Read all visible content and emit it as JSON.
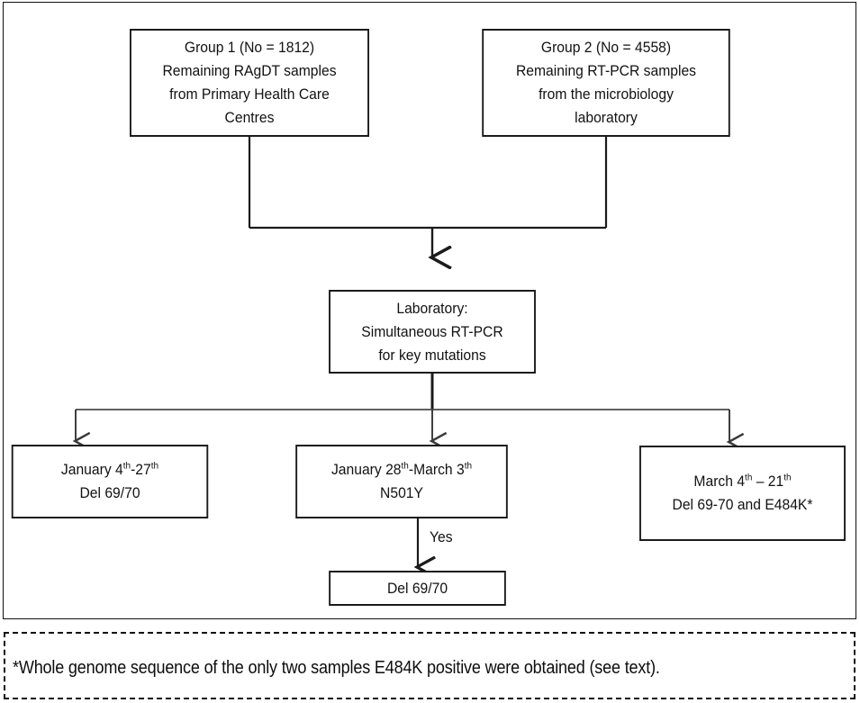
{
  "figure": {
    "type": "flowchart",
    "title": "Study sample flow for SARS-CoV-2 key mutation screening"
  },
  "nodes": {
    "group1": {
      "name": "group-1-box",
      "lines": [
        "Group 1 (No = 1812)",
        "Remaining RAgDT samples",
        "from Primary Health Care",
        "Centres"
      ],
      "group_label": "Group 1",
      "sample_count": 1812,
      "sample_type": "RAgDT",
      "source": "Primary Health Care Centres"
    },
    "group2": {
      "name": "group-2-box",
      "lines": [
        "Group 2 (No = 4558)",
        "Remaining RT-PCR samples",
        "from the microbiology",
        "laboratory"
      ],
      "group_label": "Group 2",
      "sample_count": 4558,
      "sample_type": "RT-PCR",
      "source": "the microbiology laboratory"
    },
    "laboratory": {
      "name": "laboratory-box",
      "lines": [
        "Laboratory:",
        "Simultaneous  RT-PCR",
        "for key mutations"
      ]
    },
    "january_a": {
      "name": "january-4-27-box",
      "line1_prefix": "January 4",
      "line1_sup1": "th",
      "line1_mid": "-27",
      "line1_sup2": "th",
      "line2": "Del 69/70",
      "period": "January 4th - 27th",
      "mutation": "Del 69/70"
    },
    "january_b": {
      "name": "january-28-march-3-box",
      "line1_prefix": "January 28",
      "line1_sup1": "th",
      "line1_mid": "-March 3",
      "line1_sup2": "th",
      "line2": "N501Y",
      "period": "January 28th - March 3rd",
      "mutation": "N501Y"
    },
    "march": {
      "name": "march-4-21-box",
      "line1_prefix": "March 4",
      "line1_sup1": "th",
      "line1_mid": " – 21",
      "line1_sup2": "th",
      "line2": "Del 69-70 and E484K*",
      "period": "March 4th - 21st",
      "mutation": "Del 69-70 and E484K*"
    },
    "del_result": {
      "name": "del-69-70-result-box",
      "line1": "Del 69/70"
    }
  },
  "edges": {
    "yes_label": "Yes"
  },
  "footnote": {
    "text": "*Whole genome sequence of the only two samples E484K positive were obtained (see text)."
  },
  "colors": {
    "stroke": "#1b1b1b",
    "light_stroke": "#555555",
    "text": "#121212",
    "background": "#ffffff"
  }
}
